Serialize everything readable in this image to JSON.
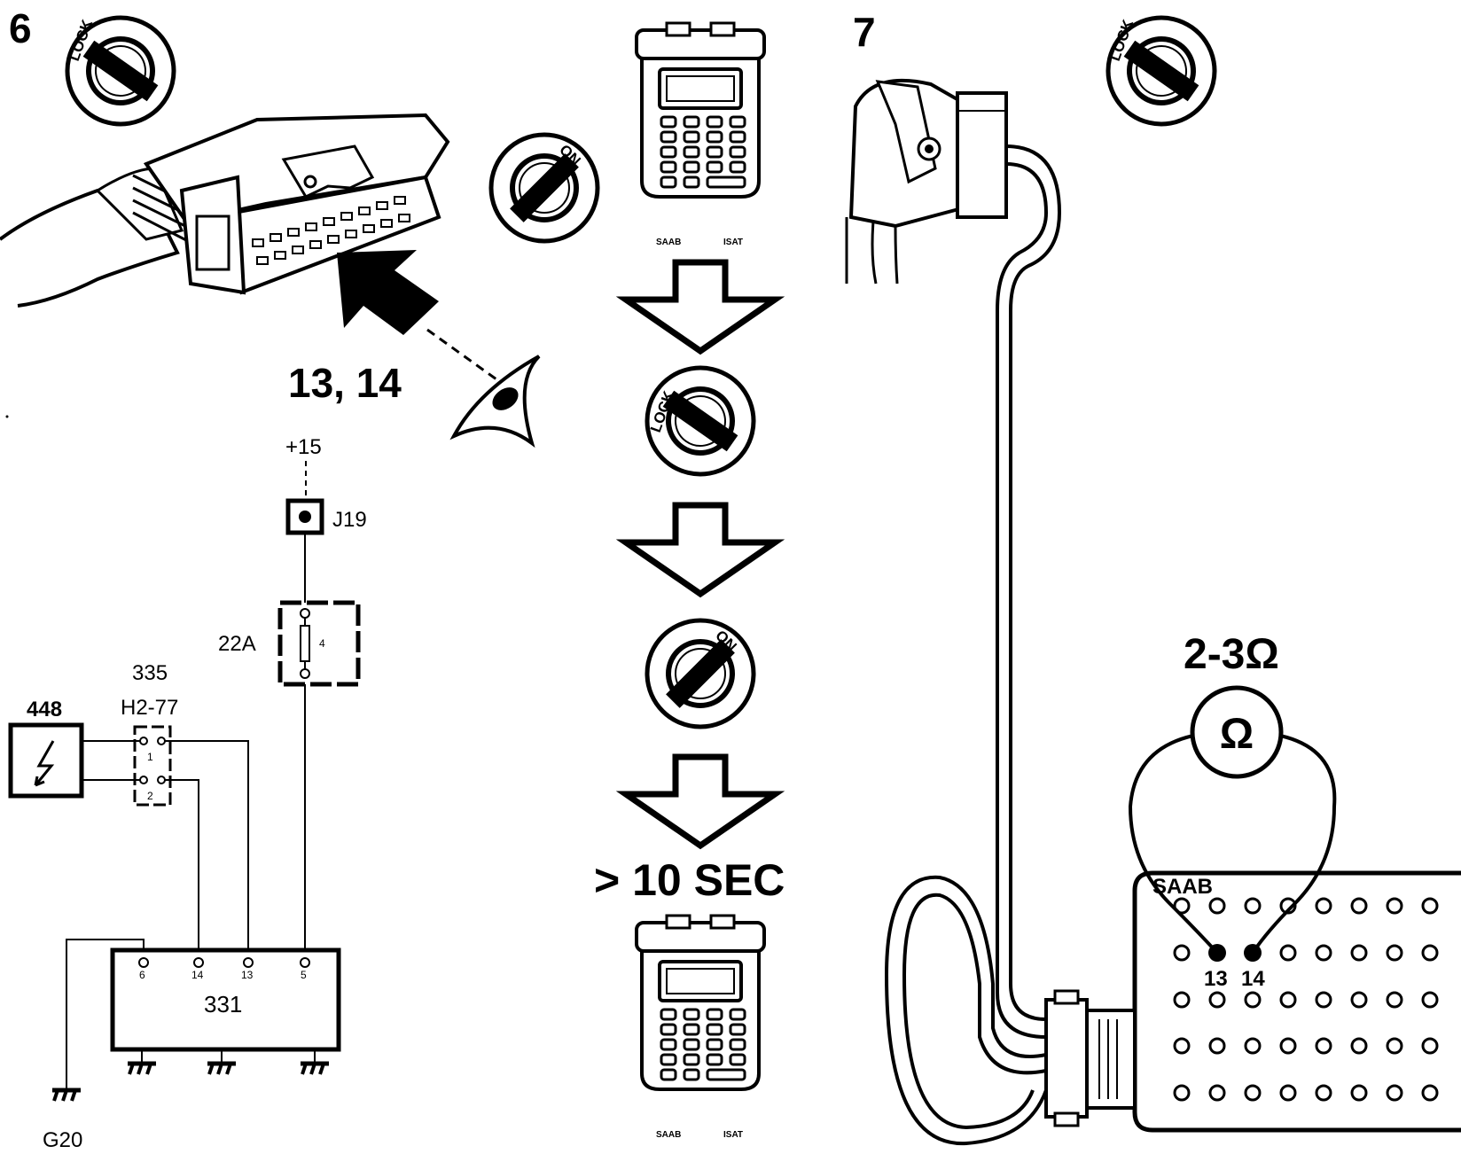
{
  "step6": {
    "number": "6",
    "pins_label": "13, 14"
  },
  "step7": {
    "number": "7"
  },
  "ignition": {
    "lock_label": "LOCK",
    "on_label": "ON"
  },
  "scan_tool": {
    "brand_left": "SAAB",
    "brand_right": "ISAT"
  },
  "sequence": {
    "duration_label": "> 10 SEC"
  },
  "wiring": {
    "supply": "+15",
    "connector_j19": "J19",
    "fuse": "22A",
    "fuse_number": "4",
    "connector_335": "335",
    "connector_h2": "H2-77",
    "pin_1": "1",
    "pin_2": "2",
    "sensor": "448",
    "control_unit": "331",
    "cu_pins": [
      "6",
      "14",
      "13",
      "5"
    ],
    "ground": "G20"
  },
  "measurement": {
    "resistance": "2-3Ω",
    "meter_symbol": "Ω",
    "box_brand": "SAAB",
    "pin_a": "13",
    "pin_b": "14"
  }
}
